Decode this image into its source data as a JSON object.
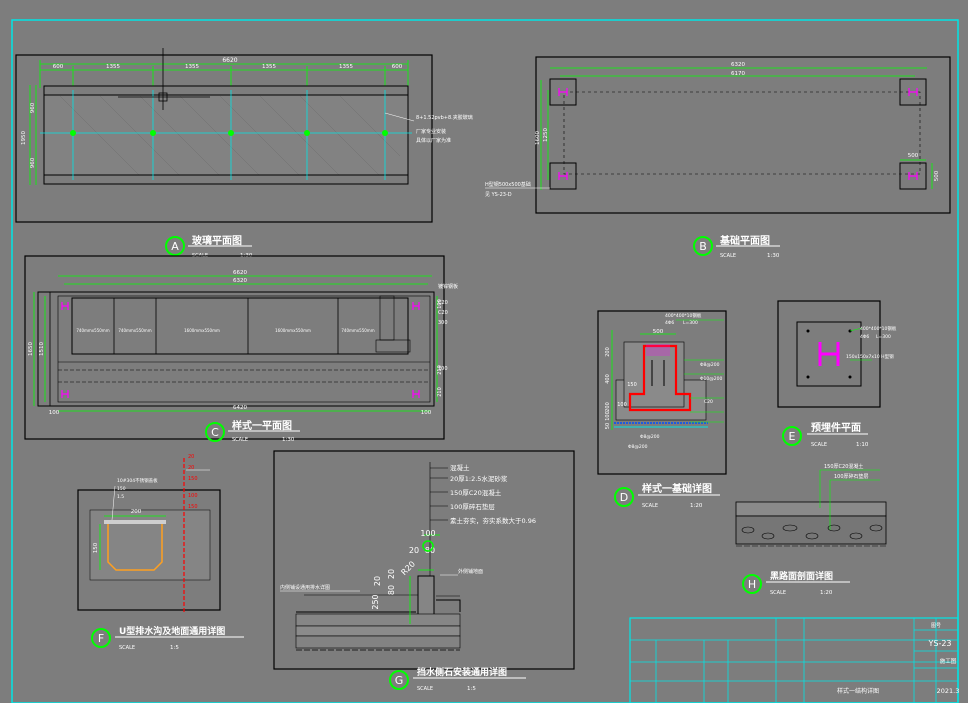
{
  "colors": {
    "background": "#7d7d7d",
    "frame": "#00e5e5",
    "outline": "#000000",
    "dimension": "#00ff00",
    "annotation": "#ffffff",
    "anchor": "#ff00ff",
    "rebar": "#ff0000",
    "water": "#0050ff"
  },
  "views": {
    "A": {
      "letter": "A",
      "title": "玻璃平面图",
      "scale_label": "SCALE",
      "scale": "1:30",
      "overall_dim": "6620",
      "dims": [
        "600",
        "1355",
        "1355",
        "1355",
        "1355",
        "600"
      ],
      "side_dims": [
        "1950",
        "960",
        "960"
      ],
      "notes": [
        "8+1.52pvb+8.夹胶玻璃",
        "厂家专业安装",
        "具体以厂家为准"
      ]
    },
    "B": {
      "letter": "B",
      "title": "基础平面图",
      "scale_label": "SCALE",
      "scale": "1:30",
      "dims": [
        "6320",
        "6170"
      ],
      "side_dims": [
        "1600",
        "1250"
      ],
      "corner_dims": [
        "500",
        "500"
      ],
      "notes": [
        "H型钢500x500基础",
        "见 YS-23-D"
      ]
    },
    "C": {
      "letter": "C",
      "title": "样式一平面图",
      "scale_label": "SCALE",
      "scale": "1:30",
      "top_dims": [
        "6620",
        "6320"
      ],
      "bottom_dim": "6420",
      "edge_dims": [
        "100",
        "100"
      ],
      "side_dims": [
        "1650",
        "1510"
      ],
      "right_dims": [
        "100",
        "210",
        "210"
      ],
      "panels": [
        {
          "label": "",
          "size": "740mmx550mm"
        },
        {
          "label": "",
          "size": "740mmx550mm"
        },
        {
          "label": "",
          "size": "1600mmx550mm"
        },
        {
          "label": "",
          "size": "1600mmx550mm"
        },
        {
          "label": "",
          "size": "740mmx550mm"
        }
      ],
      "notes": [
        "镀锌钢板",
        "C20",
        "C20",
        "300",
        "100"
      ]
    },
    "D": {
      "letter": "D",
      "title": "样式一基础详图",
      "scale_label": "SCALE",
      "scale": "1:20",
      "dims": [
        "500",
        "200",
        "400",
        "150",
        "100",
        "200",
        "50",
        "100"
      ],
      "notes": [
        "400*400*10钢板",
        "4Φ6",
        "L=300",
        "Φ8@200",
        "Φ10@200",
        "C20",
        "Φ8@200",
        "Φ8@200"
      ]
    },
    "E": {
      "letter": "E",
      "title": "预埋件平面",
      "scale_label": "SCALE",
      "scale": "1:10",
      "notes": [
        "400*400*10钢板",
        "4Φ6",
        "L=300",
        "150x150x7x10 H型钢"
      ]
    },
    "F": {
      "letter": "F",
      "title": "U型排水沟及地面通用详图",
      "scale_label": "SCALE",
      "scale": "1:5",
      "width_dim": "200",
      "height_dim": "150",
      "notes": [
        "10#304不锈钢盖板",
        "150",
        "1.5",
        "20",
        "20",
        "150",
        "100",
        "150"
      ]
    },
    "G": {
      "letter": "G",
      "title": "挡水侧石安装通用详图",
      "scale_label": "SCALE",
      "scale": "1:5",
      "legend": [
        "混凝土",
        "20厚1:2.5水泥砂浆",
        "150厚C20混凝土",
        "100厚碎石垫层",
        "素土夯实，夯实系数大于0.96"
      ],
      "dims": [
        "100",
        "20",
        "80",
        "20",
        "80",
        "20",
        "250",
        "R20"
      ],
      "notes": [
        "外侧铺地面",
        "内侧铺设通用排水详图"
      ]
    },
    "H": {
      "letter": "H",
      "title": "黑路面剖面详图",
      "scale_label": "SCALE",
      "scale": "1:20",
      "notes": [
        "150厚C20混凝土",
        "100厚碎石垫层"
      ]
    }
  },
  "title_block": {
    "drawing_number_label": "图号",
    "drawing_number": "YS-23",
    "stage": "施工图",
    "drawing_name": "样式一结构详图",
    "date": "2021.3",
    "row_labels": [
      "",
      "",
      "",
      "",
      "",
      "",
      ""
    ]
  }
}
